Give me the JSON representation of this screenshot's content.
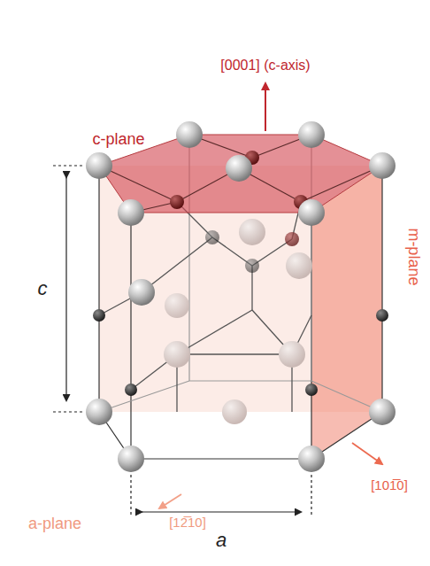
{
  "diagram": {
    "labels": [
      "[0001] (c-axis)",
      "c-plane",
      "m-plane",
      "c",
      "a-plane",
      "[12̅10]",
      "[101̅0]",
      "a"
    ]
  }
}
